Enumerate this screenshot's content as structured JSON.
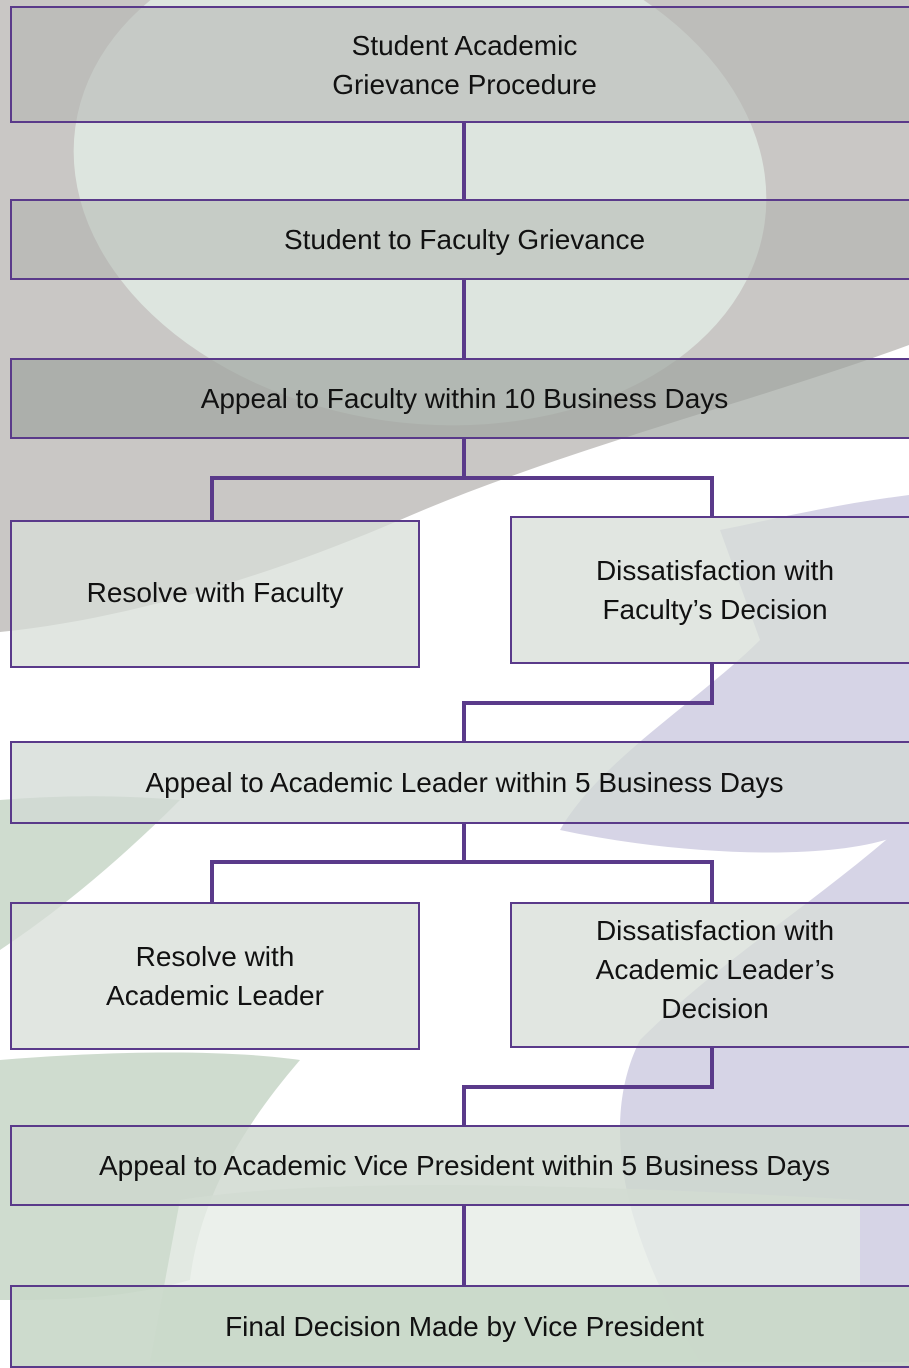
{
  "diagram": {
    "title": "Student Academic\nGrievance Procedure",
    "steps": [
      {
        "id": "student-to-faculty",
        "label": "Student to  Faculty Grievance"
      },
      {
        "id": "appeal-faculty",
        "label": "Appeal to Faculty within 10 Business Days"
      },
      {
        "id": "resolve-faculty",
        "label": "Resolve with Faculty"
      },
      {
        "id": "dissatisfied-faculty",
        "label": "Dissatisfaction with\nFaculty’s Decision"
      },
      {
        "id": "appeal-leader",
        "label": "Appeal to Academic Leader within 5 Business Days"
      },
      {
        "id": "resolve-leader",
        "label": "Resolve with\nAcademic Leader"
      },
      {
        "id": "dissatisfied-leader",
        "label": "Dissatisfaction with\nAcademic Leader’s\nDecision"
      },
      {
        "id": "appeal-vp",
        "label": "Appeal to Academic Vice President within  5 Business Days"
      },
      {
        "id": "final-decision",
        "label": "Final Decision Made by Vice President"
      }
    ]
  },
  "colors": {
    "connector": "#5a3a8a",
    "background_gray": "#c9c7c5",
    "background_light": "#dde5df",
    "background_lavender": "#d6d4e6",
    "background_green": "#cfdccf"
  }
}
